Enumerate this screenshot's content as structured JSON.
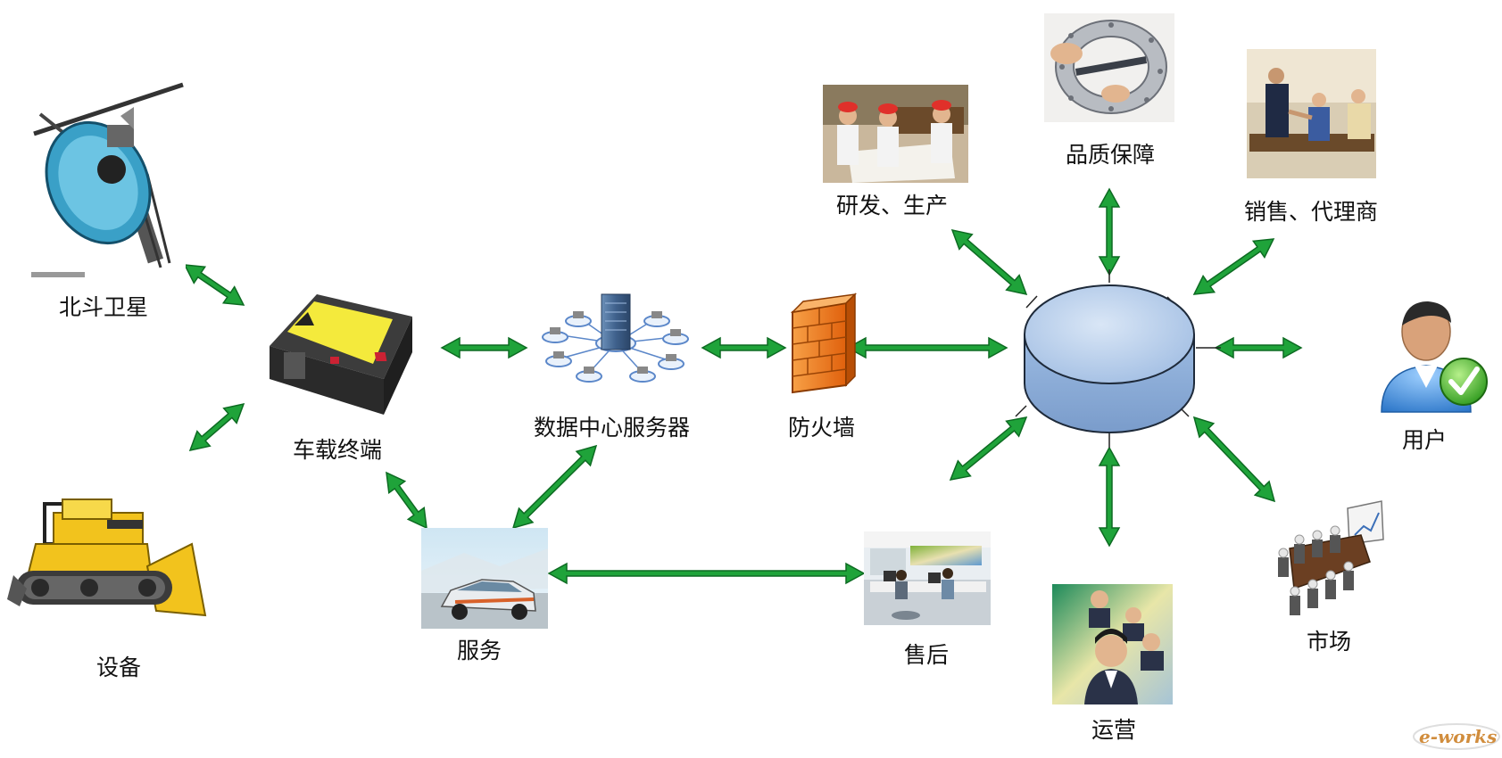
{
  "labels": {
    "satellite": "北斗卫星",
    "equipment": "设备",
    "terminal": "车载终端",
    "datacenter": "数据中心服务器",
    "firewall": "防火墙",
    "service": "服务",
    "aftersales": "售后",
    "rnd": "研发、生产",
    "quality": "品质保障",
    "sales": "销售、代理商",
    "user": "用户",
    "market": "市场",
    "operations": "运营"
  },
  "watermark": "e-works",
  "colors": {
    "arrow": "#1fa33a",
    "arrow_edge": "#0d6b22",
    "disk_top": "#b9cde8",
    "disk_side": "#8fb0da",
    "firewall": "#f07a1c",
    "bulldozer": "#f2c31d"
  },
  "icons": [
    "satellite-icon",
    "bulldozer-icon",
    "terminal-device-icon",
    "network-server-icon",
    "firewall-icon",
    "car-icon",
    "office-icon",
    "database-icon",
    "factory-workers-icon",
    "bearing-icon",
    "handshake-icon",
    "user-check-icon",
    "meeting-table-icon",
    "call-center-icon"
  ]
}
